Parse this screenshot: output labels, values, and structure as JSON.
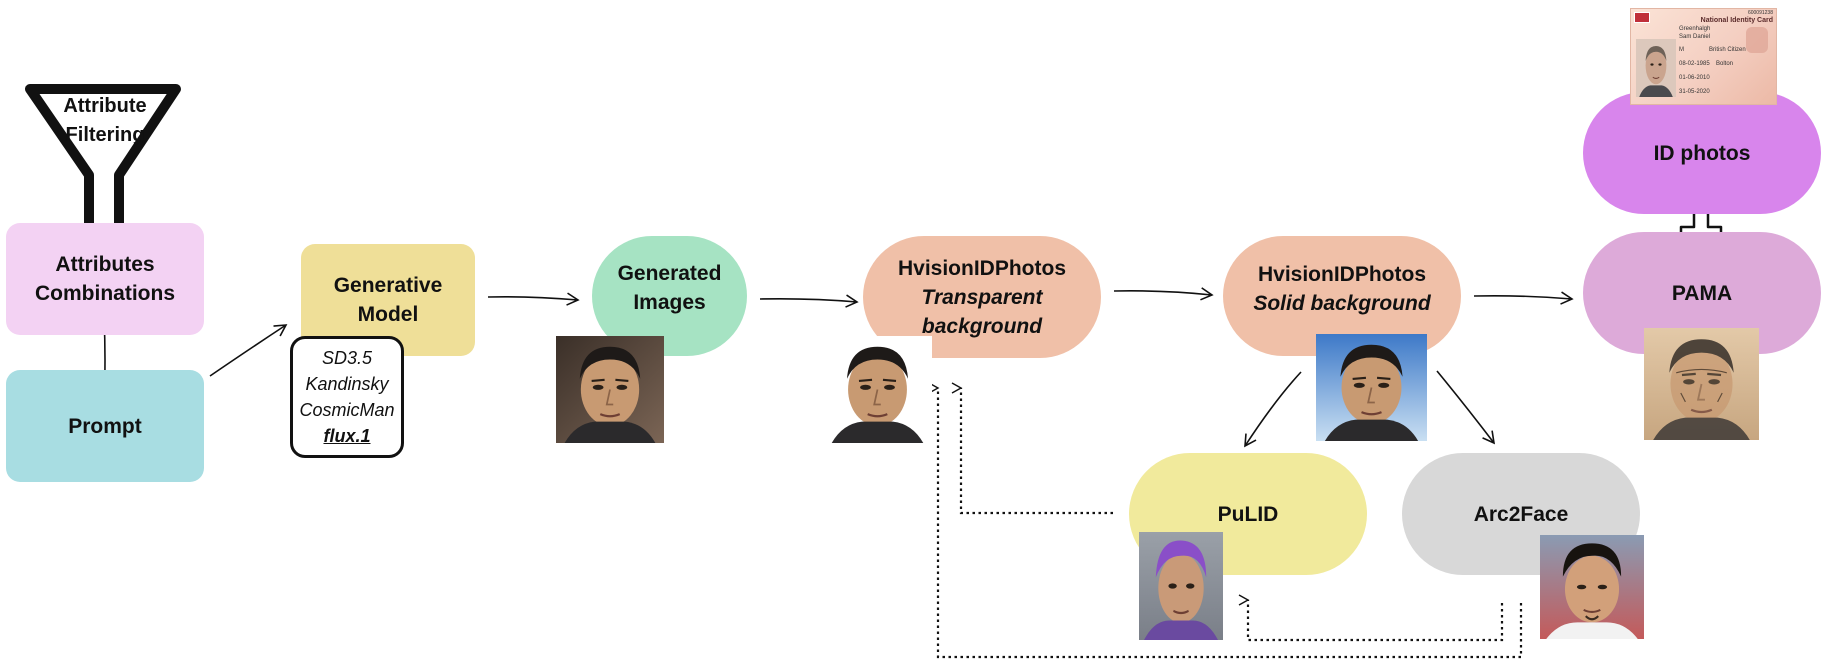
{
  "funnel": {
    "label_line1": "Attribute",
    "label_line2": "Filtering"
  },
  "nodes": {
    "attributes": {
      "line1": "Attributes",
      "line2": "Combinations",
      "color": "#f3d2f3"
    },
    "prompt": {
      "line1": "Prompt",
      "color": "#a8dde2"
    },
    "generative_model": {
      "line1": "Generative",
      "line2": "Model",
      "color": "#efdf98"
    },
    "generated_images": {
      "line1": "Generated",
      "line2": "Images",
      "color": "#a6e3c3"
    },
    "hvision_transparent": {
      "line1": "HvisionIDPhotos",
      "line2": "Transparent",
      "line3": "background",
      "color": "#f0c0a8"
    },
    "hvision_solid": {
      "line1": "HvisionIDPhotos",
      "line2": "Solid background",
      "color": "#f0c0a8"
    },
    "id_photos": {
      "line1": "ID photos",
      "color": "#d885ec"
    },
    "pama": {
      "line1": "PAMA",
      "color": "#ddaad9"
    },
    "pulid": {
      "line1": "PuLID",
      "color": "#f1ea9c"
    },
    "arc2face": {
      "line1": "Arc2Face",
      "color": "#d8d8d8"
    }
  },
  "models_list": [
    "SD3.5",
    "Kandinsky",
    "CosmicMan",
    "flux.1"
  ],
  "id_card": {
    "header": "National Identity Card",
    "number": "600091238",
    "name_line1": "Greenhalgh",
    "name_line2": "Sam Daniel",
    "sex": "M",
    "nationality": "British Citizen",
    "dob": "08-02-1985",
    "place": "Bolton",
    "issue": "01-06-2010",
    "expiry": "31-05-2020"
  },
  "icons": {
    "funnel": "funnel-icon",
    "plus": "plus-icon"
  }
}
